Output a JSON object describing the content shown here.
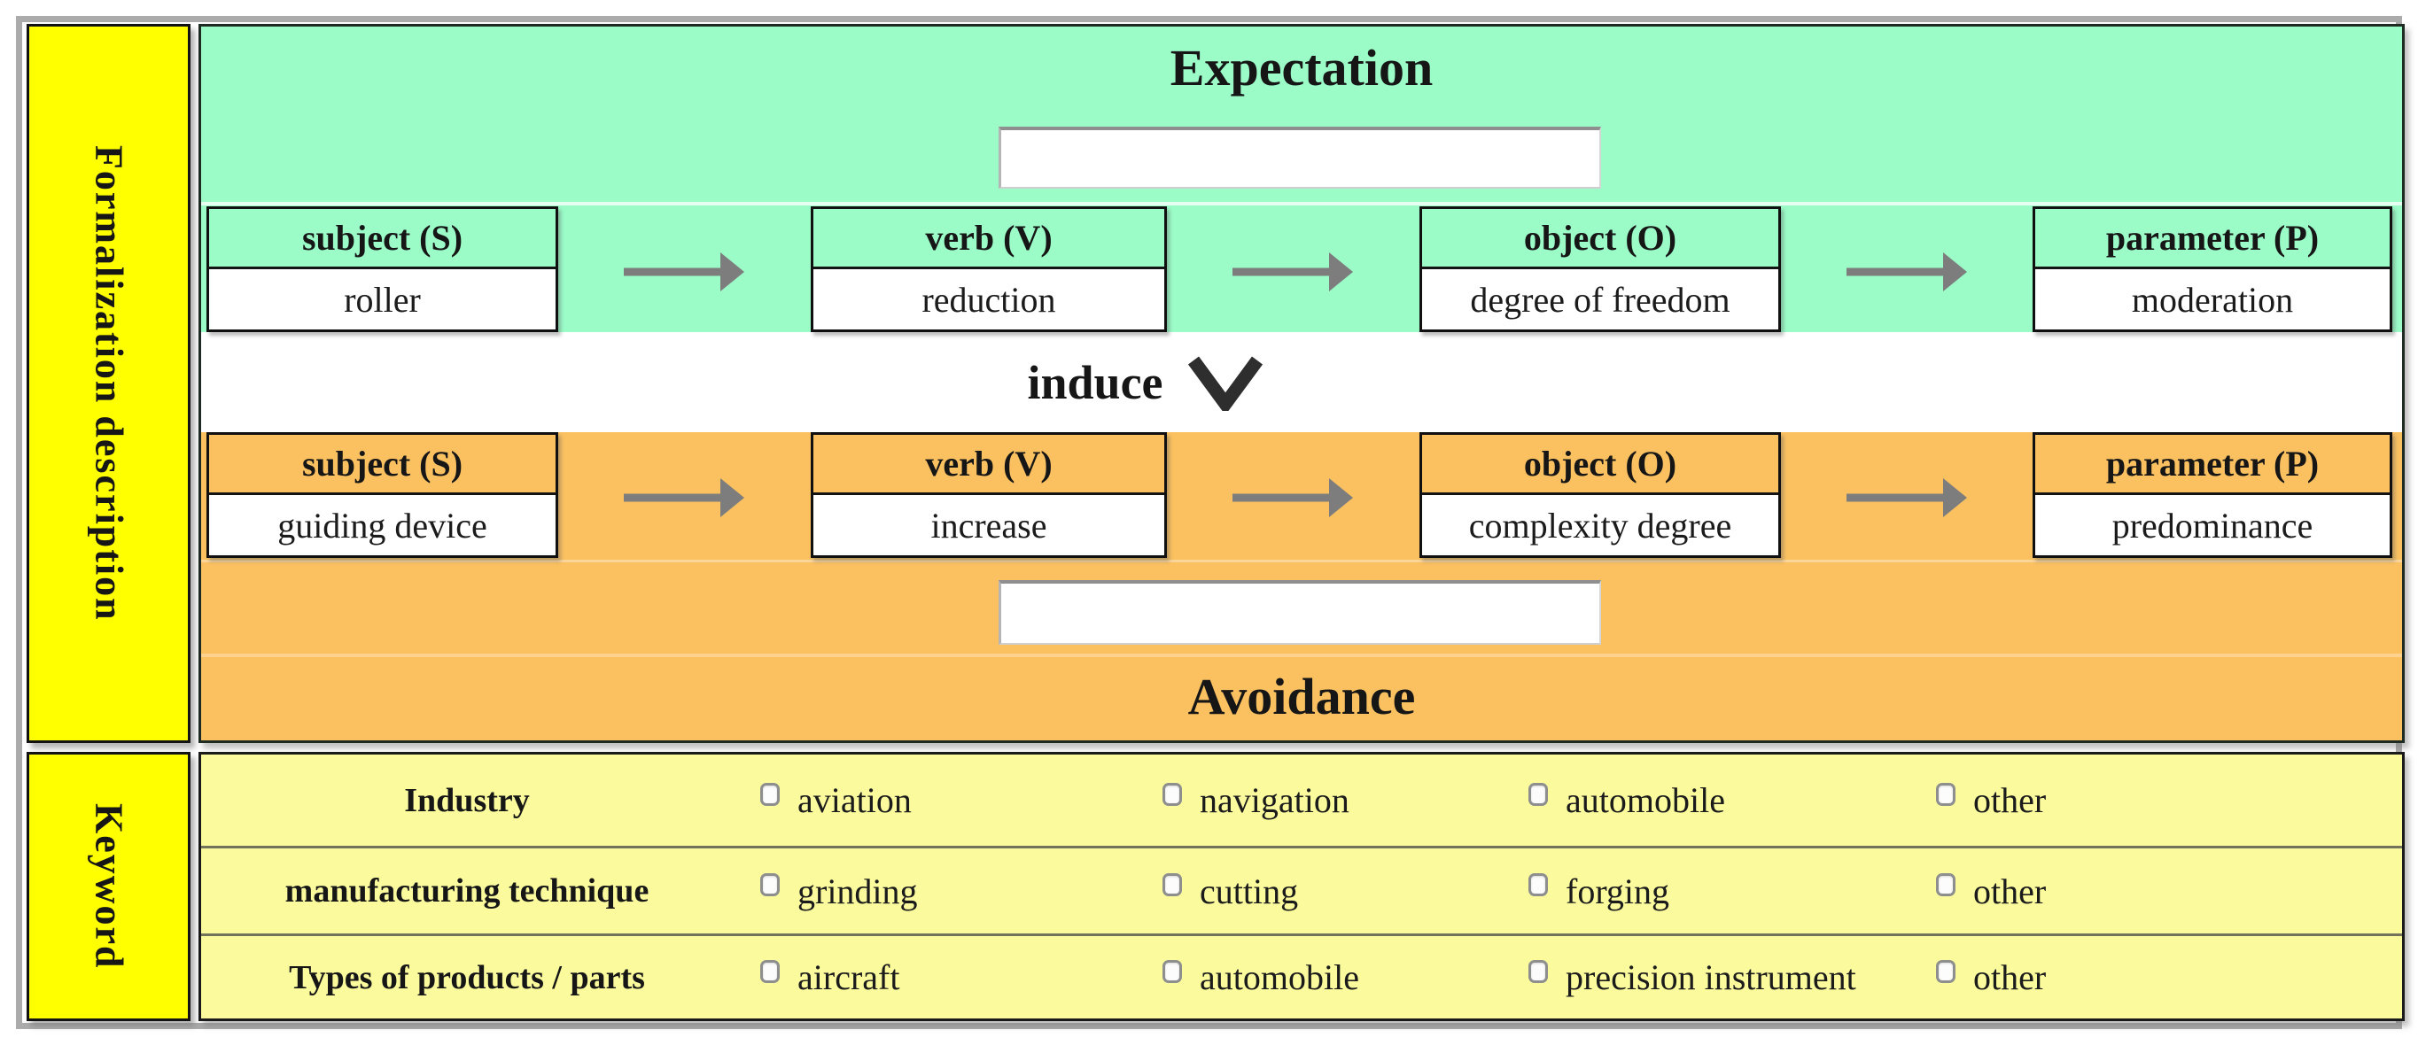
{
  "colors": {
    "green": "#9bfcc8",
    "orange": "#fbc161",
    "yellow": "#ffff00",
    "light_yellow": "#fbfb9e",
    "arrow_gray": "#7d7d7d",
    "frame_gray": "#ababab",
    "divider_olive": "#73735c"
  },
  "sidebar": {
    "formalization_label": "Formalization description",
    "keyword_label": "Keyword"
  },
  "formalization": {
    "expectation": {
      "title": "Expectation",
      "input_value": "",
      "row": [
        {
          "header": "subject (S)",
          "value": "roller"
        },
        {
          "header": "verb (V)",
          "value": "reduction"
        },
        {
          "header": "object (O)",
          "value": "degree of freedom"
        },
        {
          "header": "parameter (P)",
          "value": "moderation"
        }
      ]
    },
    "induce_label": "induce",
    "avoidance": {
      "title": "Avoidance",
      "input_value": "",
      "row": [
        {
          "header": "subject (S)",
          "value": "guiding device"
        },
        {
          "header": "verb (V)",
          "value": "increase"
        },
        {
          "header": "object (O)",
          "value": "complexity degree"
        },
        {
          "header": "parameter (P)",
          "value": "predominance"
        }
      ]
    }
  },
  "keyword": {
    "rows": [
      {
        "label": "Industry",
        "options": [
          "aviation",
          "navigation",
          "automobile",
          "other"
        ]
      },
      {
        "label": "manufacturing technique",
        "options": [
          "grinding",
          "cutting",
          "forging",
          "other"
        ]
      },
      {
        "label": "Types of products / parts",
        "options": [
          "aircraft",
          "automobile",
          "precision instrument",
          "other"
        ]
      }
    ]
  }
}
